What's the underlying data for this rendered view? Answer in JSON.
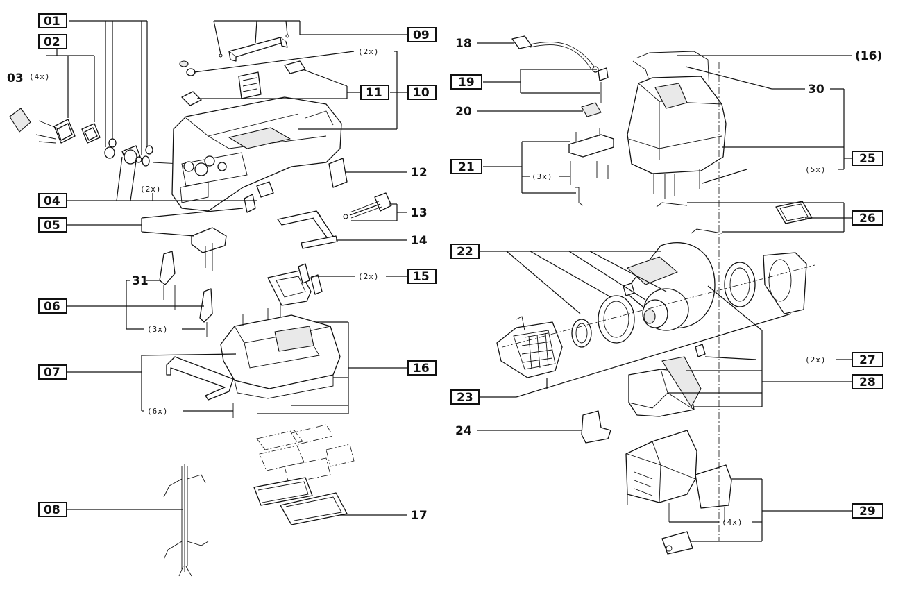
{
  "labels": {
    "l01": "01",
    "l02": "02",
    "l03": "03",
    "l04": "04",
    "l05": "05",
    "l06": "06",
    "l07": "07",
    "l08": "08",
    "l09": "09",
    "l10": "10",
    "l11": "11",
    "l12": "12",
    "l13": "13",
    "l14": "14",
    "l15": "15",
    "l16": "16",
    "l16b": "(16)",
    "l17": "17",
    "l18": "18",
    "l19": "19",
    "l20": "20",
    "l21": "21",
    "l22": "22",
    "l23": "23",
    "l24": "24",
    "l25": "25",
    "l26": "26",
    "l27": "27",
    "l28": "28",
    "l29": "29",
    "l30": "30",
    "l31": "31"
  },
  "notes": {
    "n4x_left": "(4x)",
    "n2x_top": "(2x)",
    "n2x_left": "(2x)",
    "n2x_15": "(2x)",
    "n3x_06": "(3x)",
    "n6x_07": "(6x)",
    "n3x_21": "(3x)",
    "n5x_25": "(5x)",
    "n2x_27": "(2x)",
    "n4x_29": "(4x)"
  }
}
